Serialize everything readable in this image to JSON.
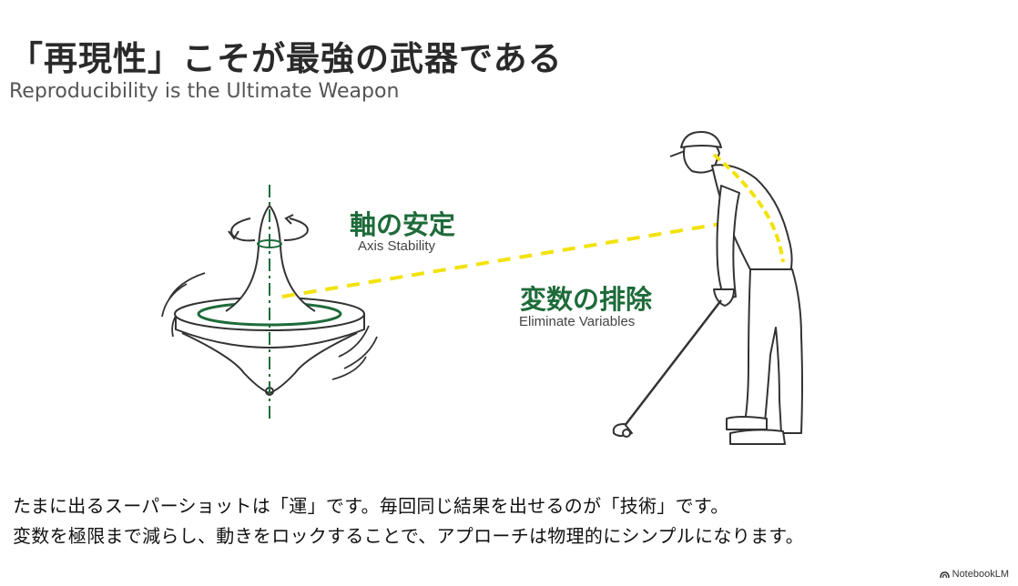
{
  "slide": {
    "title_jp": "「再現性」こそが最強の武器である",
    "title_en": "Reproducibility is the Ultimate Weapon"
  },
  "labels": {
    "axis_jp": "軸の安定",
    "axis_en": "Axis Stability",
    "variables_jp": "変数の排除",
    "variables_en": "Eliminate Variables"
  },
  "body": {
    "line1": "たまに出るスーパーショットは「運」です。毎回同じ結果を出せるのが「技術」です。",
    "line2": "変数を極限まで減らし、動きをロックすることで、アプローチは物理的にシンプルになります。"
  },
  "brand": {
    "name": "NotebookLM",
    "icon": "notebooklm-logo-icon"
  },
  "colors": {
    "accent_green": "#1e6b3a",
    "dash_yellow": "#f2e20c",
    "line_dark": "#333333"
  }
}
